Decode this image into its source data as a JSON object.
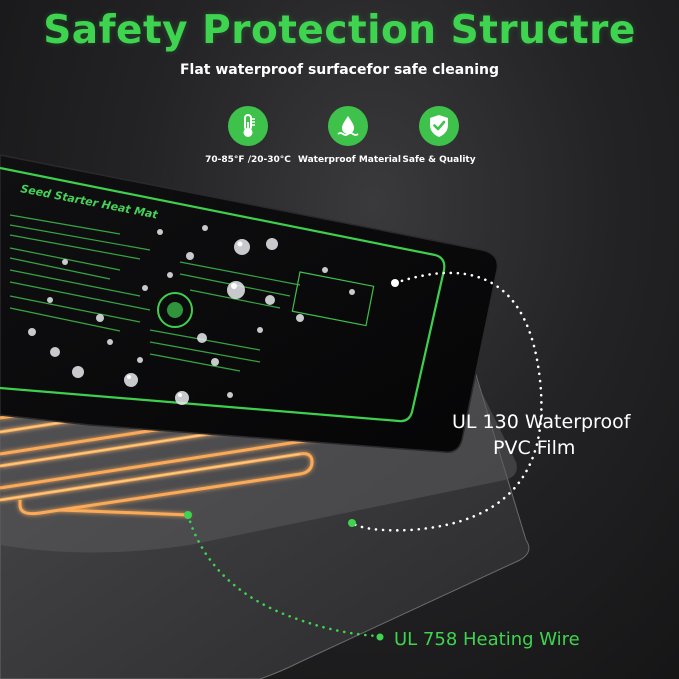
{
  "header": {
    "title": "Safety Protection Structre",
    "subtitle": "Flat waterproof surfacefor safe cleaning"
  },
  "features": [
    {
      "label": "70-85°F /20-30°C",
      "icon": "thermometer-icon"
    },
    {
      "label": "Waterproof Material",
      "icon": "water-drop-icon"
    },
    {
      "label": "Safe & Quality",
      "icon": "shield-check-icon"
    }
  ],
  "mat": {
    "printed_title": "Seed Starter Heat Mat"
  },
  "callouts": {
    "film_line1": "UL 130 Waterproof",
    "film_line2": "PVC Film",
    "wire": "UL 758 Heating Wire"
  },
  "colors": {
    "accent_green": "#3ed44f",
    "heating_wire": "#ff9a3c",
    "background": "#1c1c1e"
  }
}
